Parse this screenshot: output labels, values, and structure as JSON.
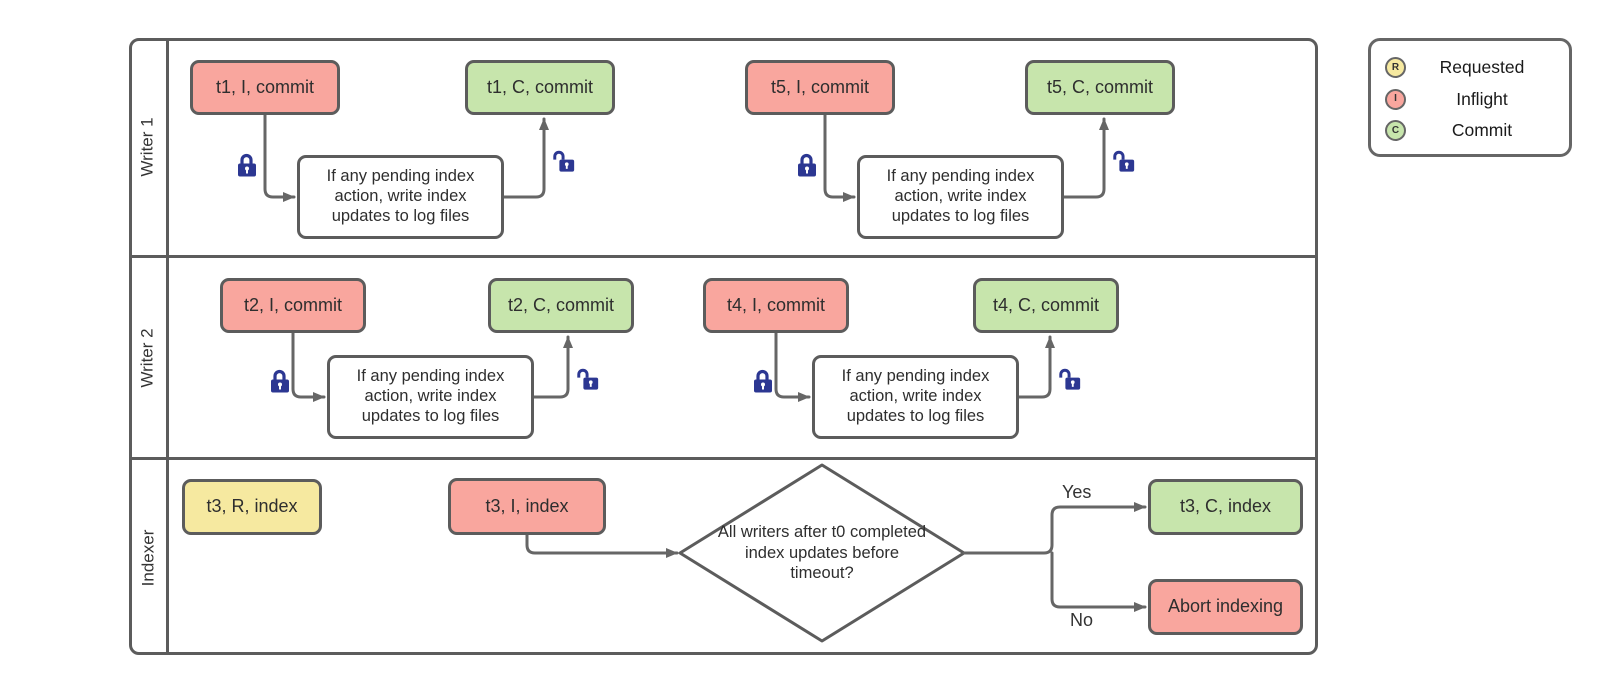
{
  "diagram": {
    "lanes": [
      {
        "label": "Writer 1"
      },
      {
        "label": "Writer 2"
      },
      {
        "label": "Indexer"
      }
    ],
    "writer1": {
      "t1_inflight": "t1, I, commit",
      "t1_commit": "t1, C, commit",
      "process1": "If any pending index action, write index updates to log files",
      "t5_inflight": "t5, I, commit",
      "t5_commit": "t5, C, commit",
      "process2": "If any pending index action, write index updates to log files"
    },
    "writer2": {
      "t2_inflight": "t2, I, commit",
      "t2_commit": "t2, C, commit",
      "process1": "If any pending index action, write index updates to log files",
      "t4_inflight": "t4, I, commit",
      "t4_commit": "t4, C, commit",
      "process2": "If any pending index action, write index updates to log files"
    },
    "indexer": {
      "t3_requested": "t3, R, index",
      "t3_inflight": "t3, I, index",
      "decision": "All writers after t0 completed index updates before timeout?",
      "yes_label": "Yes",
      "no_label": "No",
      "t3_commit": "t3, C, index",
      "abort": "Abort indexing"
    }
  },
  "legend": {
    "items": [
      {
        "symbol": "R",
        "label": "Requested"
      },
      {
        "symbol": "I",
        "label": "Inflight"
      },
      {
        "symbol": "C",
        "label": "Commit"
      }
    ]
  },
  "colors": {
    "requested_fill": "#f6e9a0",
    "inflight_fill": "#f9a69e",
    "commit_fill": "#c7e5ac",
    "shape_border": "#5c5c5c",
    "connector": "#666666",
    "lock": "#2c3792"
  }
}
